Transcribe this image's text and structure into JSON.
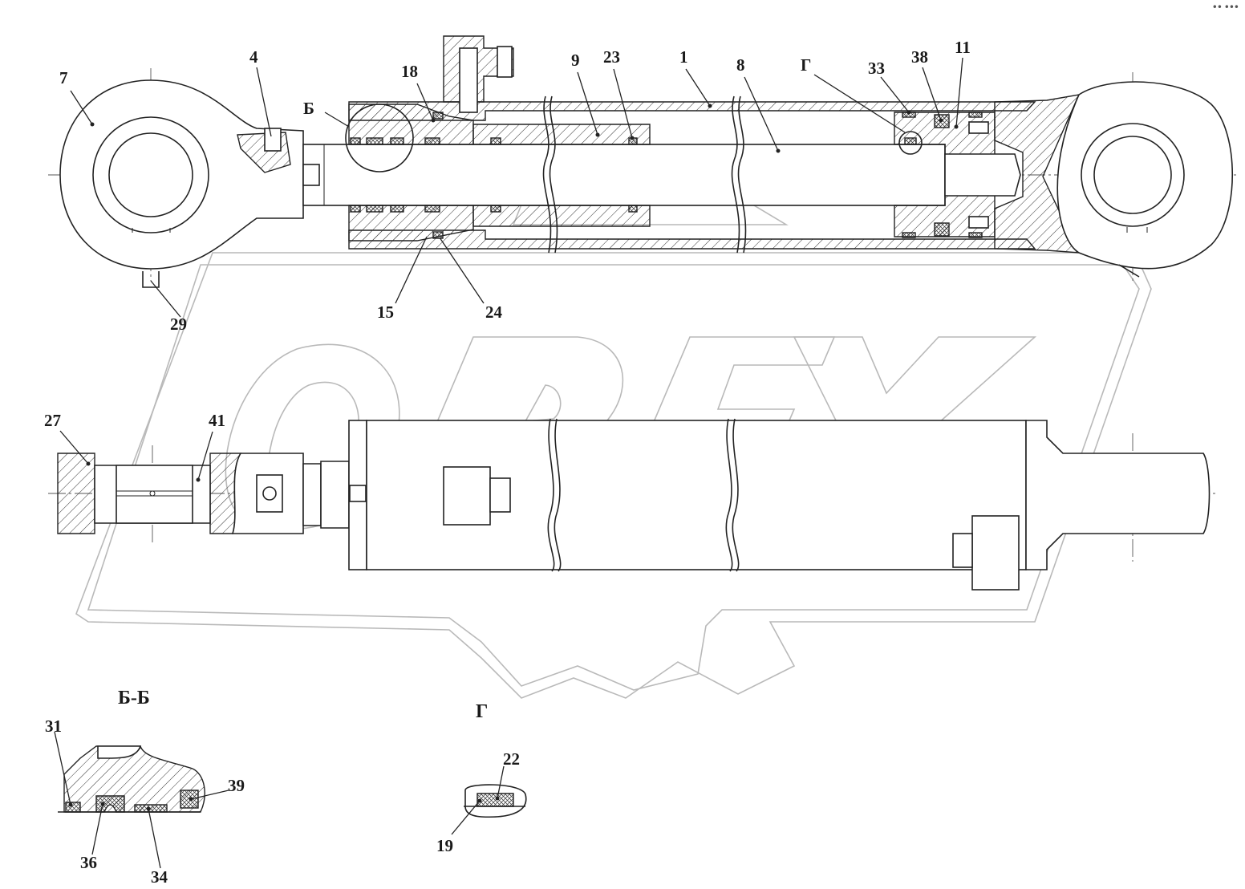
{
  "labels": {
    "main_view": [
      "7",
      "4",
      "18",
      "Б",
      "9",
      "23",
      "1",
      "8",
      "Г",
      "33",
      "38",
      "11",
      "15",
      "24",
      "29"
    ],
    "side_view": [
      "27",
      "41"
    ],
    "section_bb": [
      "31",
      "39",
      "36",
      "34"
    ],
    "detail_g": [
      "22",
      "19"
    ]
  },
  "sections": {
    "bb_title": "Б-Б",
    "g_title": "Г"
  },
  "watermark": {
    "text": "OPEX"
  },
  "toolbar": {
    "menu_icon": "more-dots-icon"
  }
}
